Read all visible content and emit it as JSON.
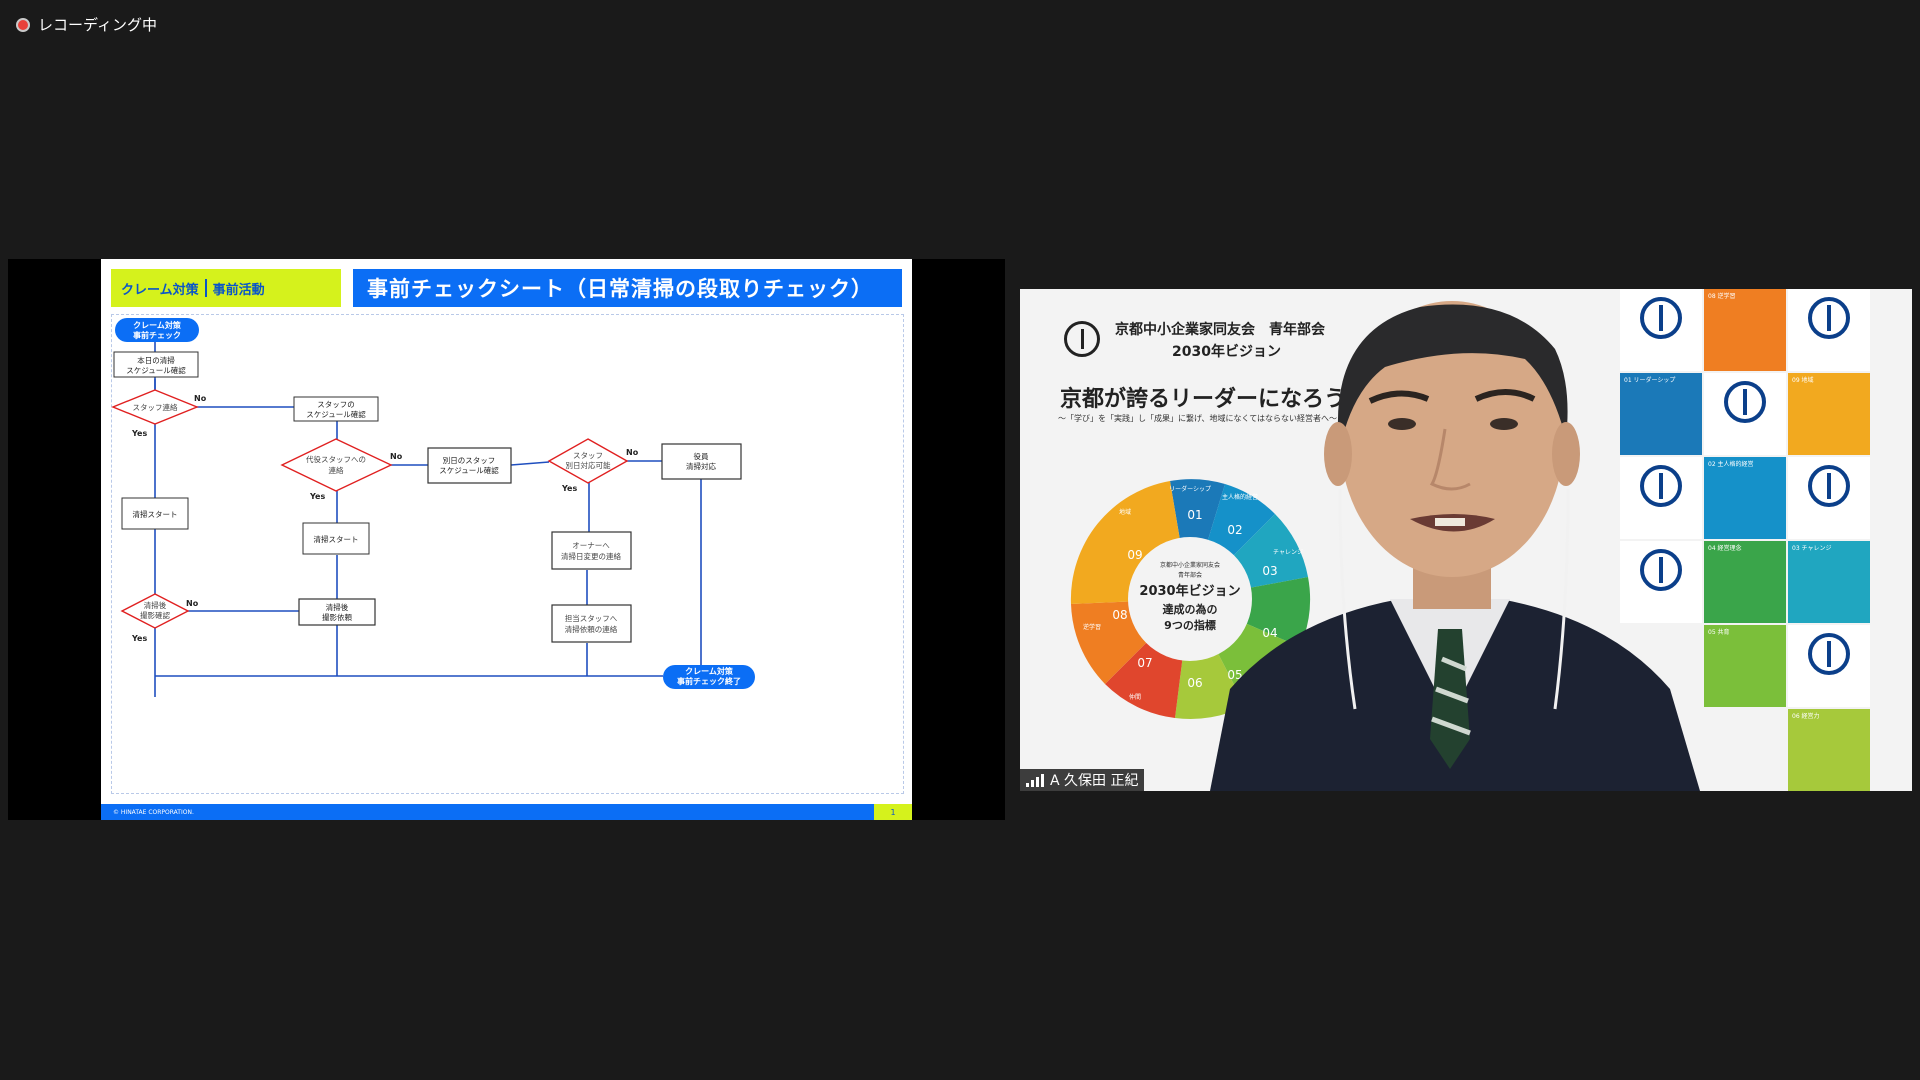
{
  "recording": {
    "label": "レコーディング中"
  },
  "slide": {
    "tag_left": "クレーム対策",
    "tag_right": "事前活動",
    "title": "事前チェックシート（日常清掃の段取りチェック）",
    "footer": "© HINATAE CORPORATION.",
    "page": "1",
    "flow": {
      "start_1": "クレーム対策",
      "start_2": "事前チェック",
      "sched_1": "本日の清掃",
      "sched_2": "スケジュール確認",
      "contact": "スタッフ連絡",
      "staff_sched_1": "スタッフの",
      "staff_sched_2": "スケジュール確認",
      "sub_1": "代役スタッフへの",
      "sub_2": "連絡",
      "other_1": "別日のスタッフ",
      "other_2": "スケジュール確認",
      "diffday_1": "スタッフ",
      "diffday_2": "別日対応可能",
      "exec_1": "役員",
      "exec_2": "清掃対応",
      "start_clean_a": "清掃スタート",
      "start_clean_b": "清掃スタート",
      "owner_1": "オーナーへ",
      "owner_2": "清掃日変更の連絡",
      "photo_chk_1": "清掃後",
      "photo_chk_2": "撮影確認",
      "photo_req_1": "清掃後",
      "photo_req_2": "撮影依頼",
      "charge_1": "担当スタッフへ",
      "charge_2": "清掃依頼の連絡",
      "end_1": "クレーム対策",
      "end_2": "事前チェック終了",
      "yes": "Yes",
      "no": "No"
    }
  },
  "video": {
    "participant": "A 久保田 正紀",
    "poster": {
      "org": "京都中小企業家同友会　青年部会",
      "vision": "2030年ビジョン",
      "headline": "京都が誇るリーダーになろう",
      "sub": "〜「学び」を「実践」し「成果」に繋げ、地域になくてはならない経営者へ〜",
      "center_1": "京都中小企業家同友会",
      "center_2": "青年部会",
      "center_3": "2030年ビジョン",
      "center_4": "達成の為の",
      "center_5": "9つの指標",
      "segments": [
        "01",
        "02",
        "03",
        "04",
        "05",
        "06",
        "07",
        "08",
        "09"
      ],
      "seg_labels": [
        "リーダーシップ",
        "主人格的経営",
        "チャレンジ",
        "",
        "",
        "",
        "仲間",
        "逆学習",
        "地域"
      ]
    },
    "grid_labels": [
      "08 逆学習",
      "01 リーダーシップ",
      "09 地域",
      "02 主人格的経営",
      "04 経営理念",
      "03 チャレンジ",
      "05 共育",
      "06 経営力"
    ]
  },
  "colors": {
    "slide_blue": "#0b6ef5",
    "slide_lime": "#d5f21c",
    "flow_line": "#1f4fbf",
    "diamond": "#e02020"
  }
}
